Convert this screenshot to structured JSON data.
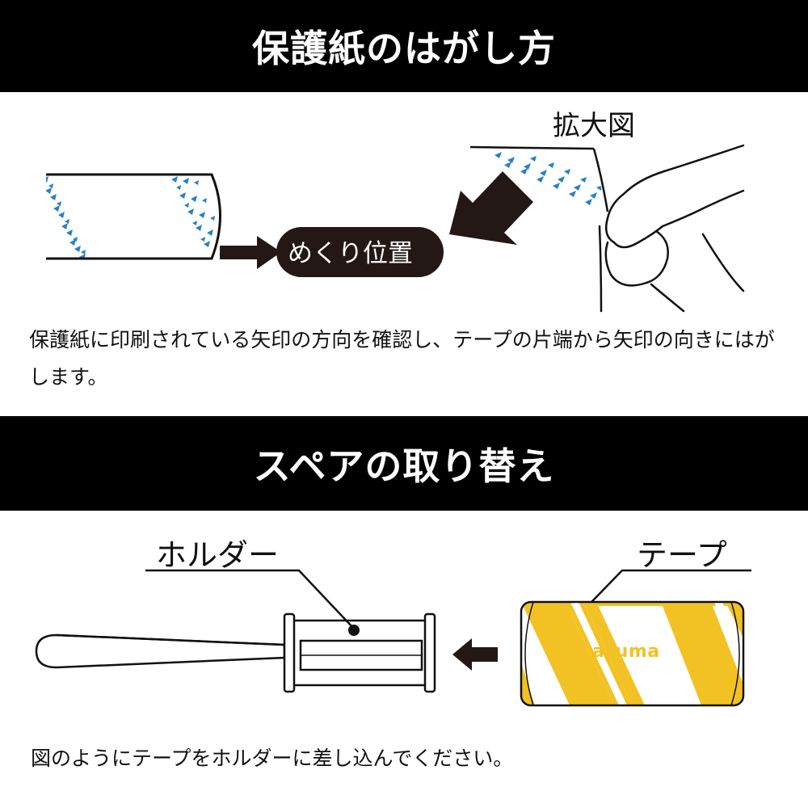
{
  "section1": {
    "title": "保護紙のはがし方",
    "zoom_label": "拡大図",
    "peel_position_label": "めくり位置",
    "caption": "保護紙に印刷されている矢印の方向を確認し、テープの片端から矢印の向きにはがします。"
  },
  "section2": {
    "title": "スペアの取り替え",
    "holder_label": "ホルダー",
    "tape_label": "テープ",
    "brand": "azuma",
    "caption": "図のようにテープをホルダーに差し込んでください。"
  },
  "colors": {
    "banner": "#000000",
    "arrow_pattern": "#2a7fc8",
    "tape_stripe": "#f2c224",
    "pill": "#231815"
  }
}
